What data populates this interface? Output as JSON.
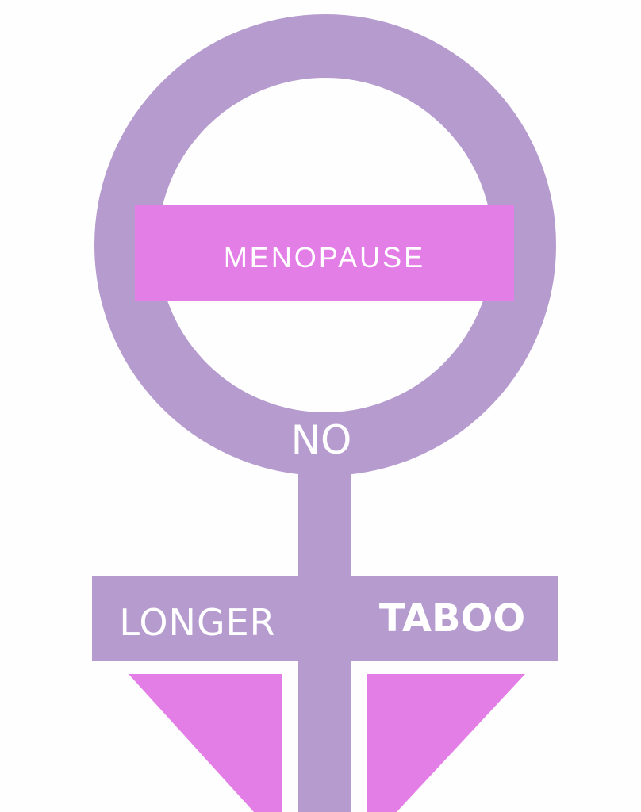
{
  "poster": {
    "banner": "Menopause",
    "word_no": "NO",
    "word_longer": "LONGER",
    "word_taboo": "TABOO"
  },
  "colors": {
    "symbol": "#b69bcf",
    "accent": "#e47ee7",
    "text": "#ffffff",
    "background": "#fefefe"
  },
  "icons": {
    "symbol": "female-symbol-icon"
  }
}
